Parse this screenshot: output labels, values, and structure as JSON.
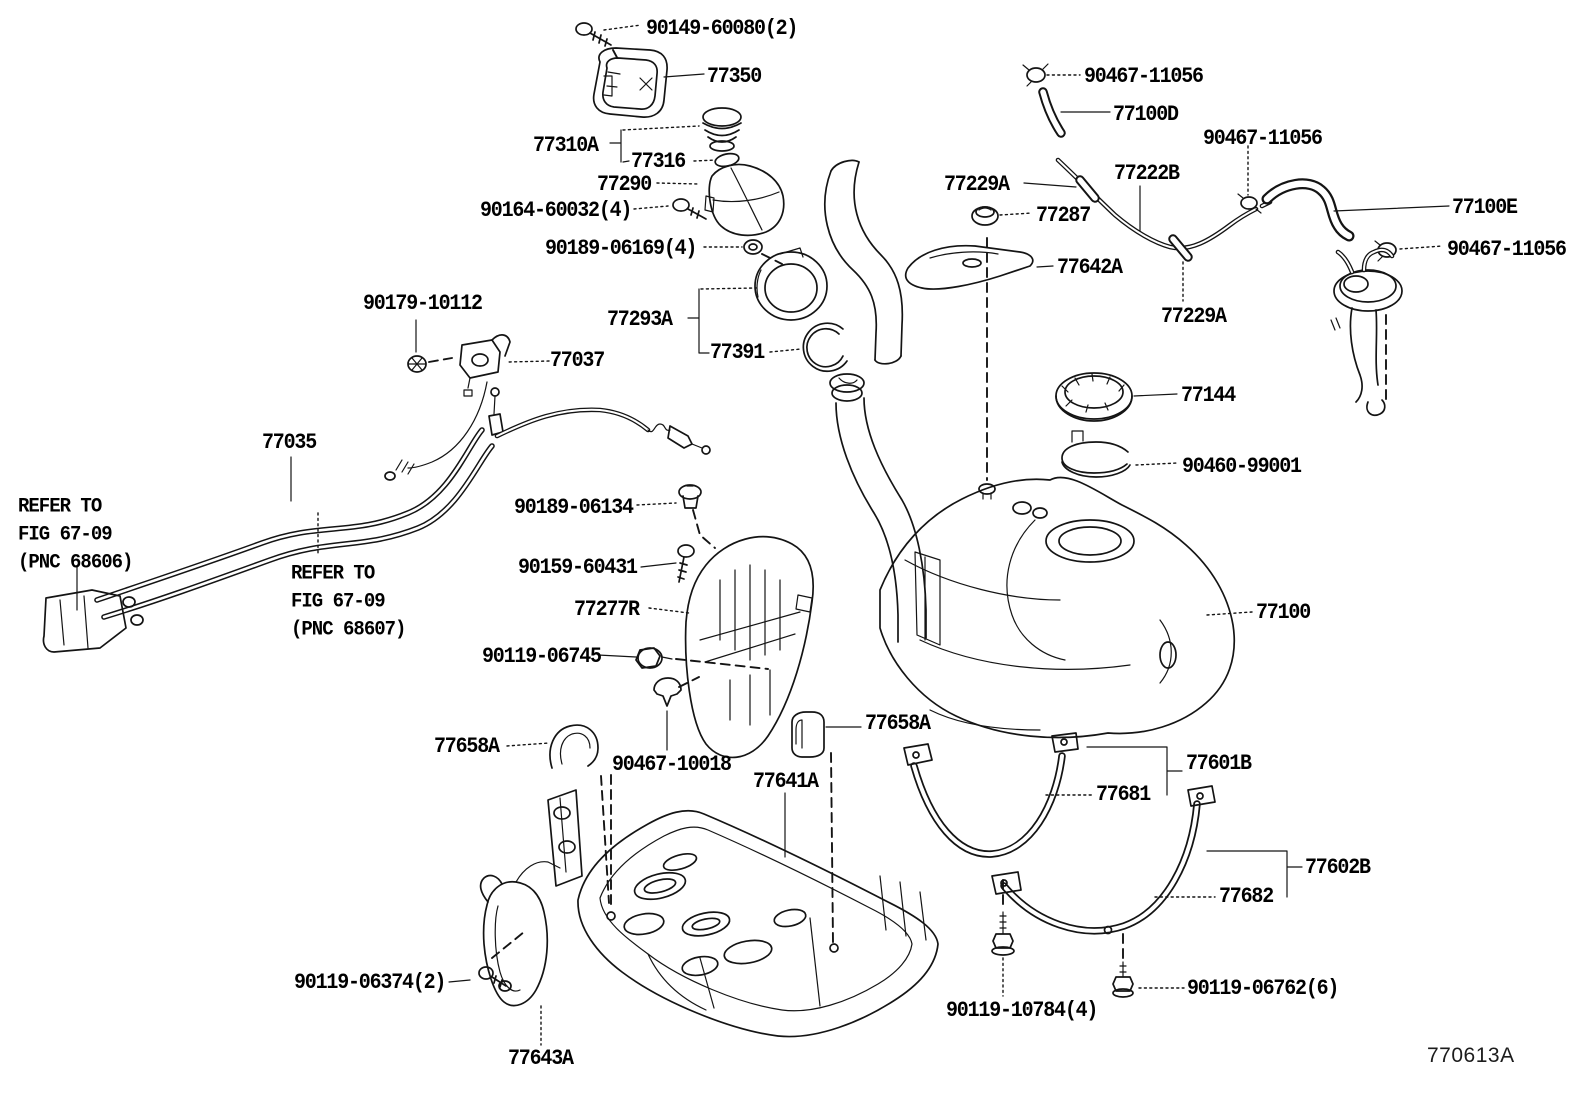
{
  "figure": {
    "code": "770613A",
    "description": "fuel tank and tube parts diagram"
  },
  "notes": [
    {
      "id": "refer-note-pnc-68606",
      "text": "REFER TO\nFIG 67-09\n(PNC 68606)"
    },
    {
      "id": "refer-note-pnc-68607",
      "text": "REFER TO\nFIG 67-09\n(PNC 68607)"
    }
  ],
  "labels": [
    {
      "id": "90149-60080",
      "text": "90149-60080(2)"
    },
    {
      "id": "77350",
      "text": "77350"
    },
    {
      "id": "77310A",
      "text": "77310A"
    },
    {
      "id": "77316",
      "text": "77316"
    },
    {
      "id": "77290",
      "text": "77290"
    },
    {
      "id": "90164-60032",
      "text": "90164-60032(4)"
    },
    {
      "id": "90189-06169",
      "text": "90189-06169(4)"
    },
    {
      "id": "77293A",
      "text": "77293A"
    },
    {
      "id": "77391",
      "text": "77391"
    },
    {
      "id": "90179-10112",
      "text": "90179-10112"
    },
    {
      "id": "77037",
      "text": "77037"
    },
    {
      "id": "77035",
      "text": "77035"
    },
    {
      "id": "90189-06134",
      "text": "90189-06134"
    },
    {
      "id": "90159-60431",
      "text": "90159-60431"
    },
    {
      "id": "77277R",
      "text": "77277R"
    },
    {
      "id": "90119-06745",
      "text": "90119-06745"
    },
    {
      "id": "77658A-left",
      "text": "77658A"
    },
    {
      "id": "90467-10018",
      "text": "90467-10018"
    },
    {
      "id": "77641A",
      "text": "77641A"
    },
    {
      "id": "77658A-right",
      "text": "77658A"
    },
    {
      "id": "77601B",
      "text": "77601B"
    },
    {
      "id": "77681",
      "text": "77681"
    },
    {
      "id": "77602B",
      "text": "77602B"
    },
    {
      "id": "77682",
      "text": "77682"
    },
    {
      "id": "90119-06374",
      "text": "90119-06374(2)"
    },
    {
      "id": "77643A",
      "text": "77643A"
    },
    {
      "id": "90119-10784",
      "text": "90119-10784(4)"
    },
    {
      "id": "90119-06762",
      "text": "90119-06762(6)"
    },
    {
      "id": "90467-11056-top",
      "text": "90467-11056"
    },
    {
      "id": "77100D",
      "text": "77100D"
    },
    {
      "id": "90467-11056-mid",
      "text": "90467-11056"
    },
    {
      "id": "77222B",
      "text": "77222B"
    },
    {
      "id": "77229A-upper",
      "text": "77229A"
    },
    {
      "id": "77287",
      "text": "77287"
    },
    {
      "id": "77642A",
      "text": "77642A"
    },
    {
      "id": "77229A-lower",
      "text": "77229A"
    },
    {
      "id": "77100E",
      "text": "77100E"
    },
    {
      "id": "90467-11056-right",
      "text": "90467-11056"
    },
    {
      "id": "77144",
      "text": "77144"
    },
    {
      "id": "90460-99001",
      "text": "90460-99001"
    },
    {
      "id": "77100",
      "text": "77100"
    }
  ]
}
